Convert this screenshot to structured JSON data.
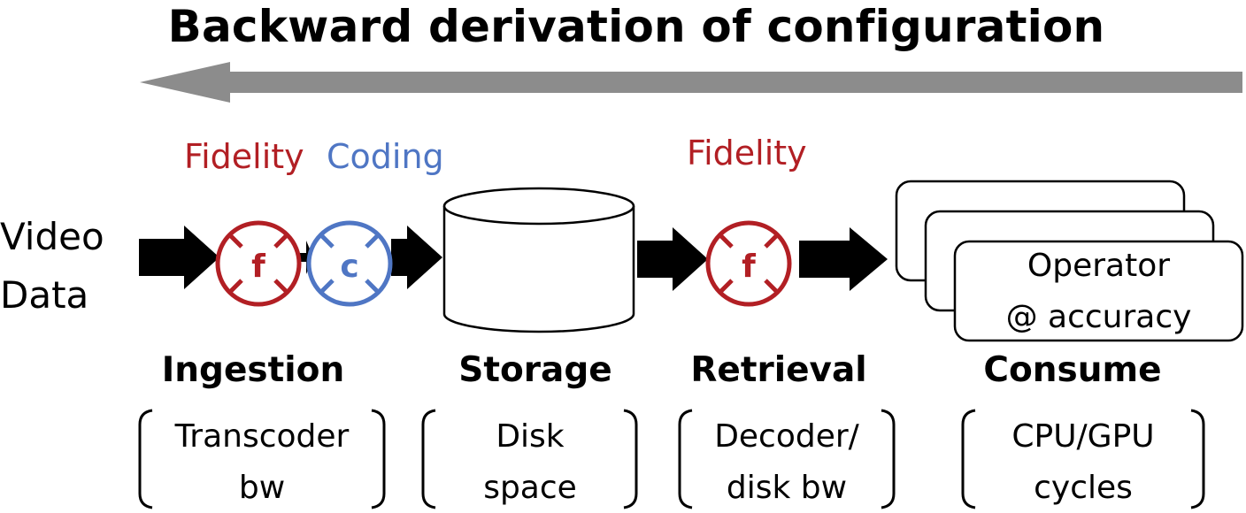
{
  "title": "Backward derivation of configuration",
  "input": {
    "line1": "Video",
    "line2": "Data"
  },
  "knob_labels": {
    "ingestion_fidelity": "Fidelity",
    "ingestion_coding": "Coding",
    "retrieval_fidelity": "Fidelity"
  },
  "modules": {
    "ingestion_f": "f",
    "ingestion_c": "c",
    "retrieval_f": "f"
  },
  "operator": {
    "line1": "Operator",
    "line2": "@ accuracy"
  },
  "stages": [
    {
      "name": "Ingestion",
      "resource_line1": "Transcoder",
      "resource_line2": "bw"
    },
    {
      "name": "Storage",
      "resource_line1": "Disk",
      "resource_line2": "space"
    },
    {
      "name": "Retrieval",
      "resource_line1": "Decoder/",
      "resource_line2": "disk bw"
    },
    {
      "name": "Consume",
      "resource_line1": "CPU/GPU",
      "resource_line2": "cycles"
    }
  ],
  "colors": {
    "fidelity": "#b21f24",
    "coding": "#4f76c4",
    "backward_arrow": "#8c8c8c",
    "flow_arrows": "#000000"
  }
}
